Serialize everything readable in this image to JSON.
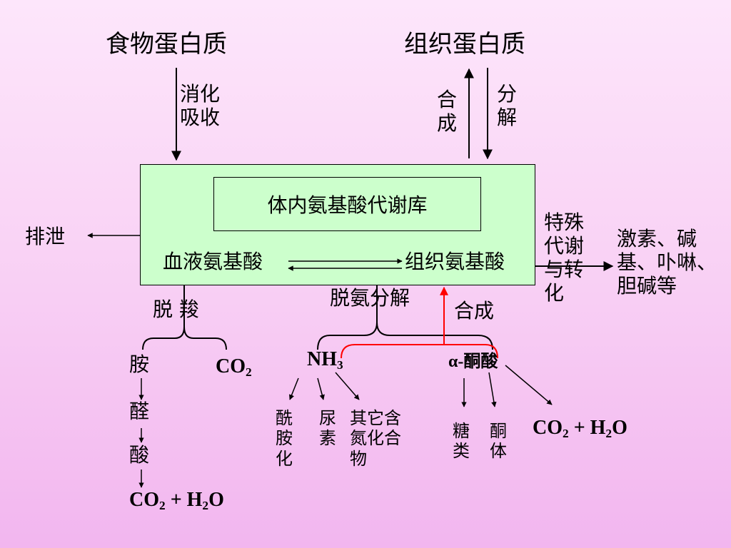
{
  "top": {
    "food_protein": "食物蛋白质",
    "tissue_protein": "组织蛋白质",
    "digest_l1": "消化",
    "digest_l2": "吸收",
    "synth_l1": "合",
    "synth_l2": "成",
    "decomp_l1": "分",
    "decomp_l2": "解"
  },
  "pool": {
    "title": "体内氨基酸代谢库",
    "blood_aa": "血液氨基酸",
    "tissue_aa": "组织氨基酸"
  },
  "left": {
    "excrete": "排泄"
  },
  "right": {
    "special_l1": "特殊",
    "special_l2": "代谢",
    "special_l3": "与转",
    "special_l4": "化",
    "products_l1": "激素、碱",
    "products_l2": "基、卟啉、",
    "products_l3": "胆碱等"
  },
  "decarb": {
    "label": "脱 羧",
    "amine": "胺",
    "co2_main": "CO",
    "co2_sub": "2",
    "aldehyde": "醛",
    "acid": "酸",
    "final_co2": "CO",
    "final_co2_sub": "2",
    "final_plus": " + H",
    "final_h_sub": "2",
    "final_o": "O"
  },
  "deamin": {
    "label": "脱氨分解",
    "synthesis": "合成",
    "nh3_main": "NH",
    "nh3_sub": "3",
    "amide_l1": "酰",
    "amide_l2": "胺",
    "amide_l3": "化",
    "urea_l1": "尿",
    "urea_l2": "素",
    "other_l1": "其它含",
    "other_l2": "氮化合",
    "other_l3": "物",
    "keto_acid": "α-酮酸",
    "sugar_l1": "糖",
    "sugar_l2": "类",
    "ketone_l1": "酮",
    "ketone_l2": "体",
    "co2_main": "CO",
    "co2_sub": "2",
    "co2_plus": " + H",
    "h_sub": "2",
    "o": "O"
  },
  "colors": {
    "box_fill": "#ccffcc",
    "highlight": "#ff0000",
    "line": "#000000"
  }
}
